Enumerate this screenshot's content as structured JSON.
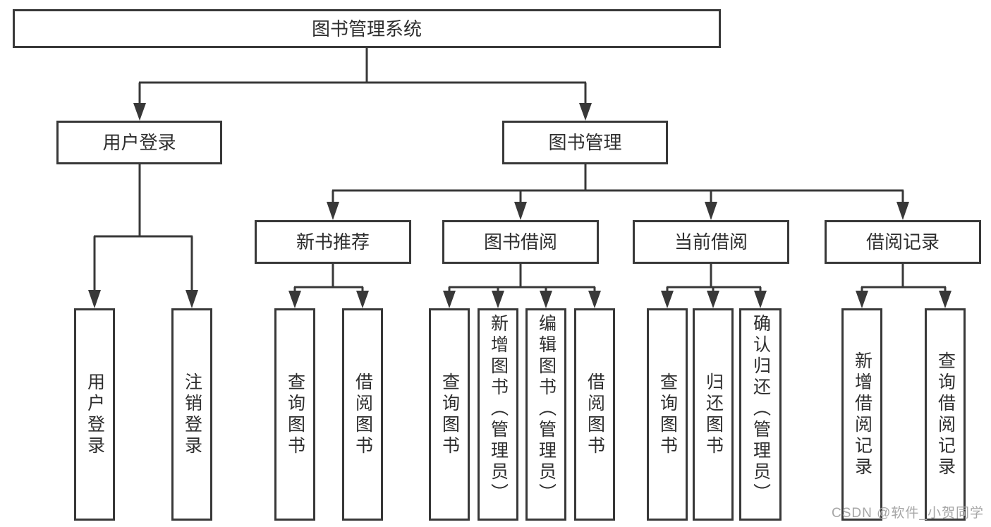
{
  "diagram": {
    "root": "图书管理系统",
    "level2": [
      "用户登录",
      "图书管理"
    ],
    "level3": [
      "新书推荐",
      "图书借阅",
      "当前借阅",
      "借阅记录"
    ],
    "leaves_login": [
      "用户登录",
      "注销登录"
    ],
    "leaves_recommend": [
      "查询图书",
      "借阅图书"
    ],
    "leaves_borrow": [
      "查询图书",
      "新增图书（管理员）",
      "编辑图书（管理员）",
      "借阅图书"
    ],
    "leaves_current": [
      "查询图书",
      "归还图书",
      "确认归还（管理员）"
    ],
    "leaves_records": [
      "新增借阅记录",
      "查询借阅记录"
    ]
  },
  "watermark": "CSDN @软件_小贺同学",
  "colors": {
    "line": "#383838",
    "text": "#2e2e2e",
    "watermark": "#a6a6a6",
    "background": "#ffffff"
  }
}
